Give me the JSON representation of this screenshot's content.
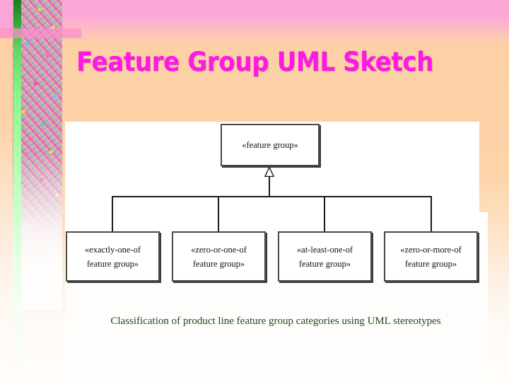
{
  "slide": {
    "title": "Feature Group UML Sketch",
    "title_color": "#ff18e6",
    "background_top_color": "#fca6d8",
    "background_mid_color": "#fdd2a7",
    "background_bottom_color": "#fffdfb"
  },
  "diagram": {
    "type": "uml-class-generalization",
    "panel_color": "#ffffff",
    "box_border_color": "#4a4a4a",
    "line_color": "#1a1a1a",
    "root": {
      "line1": "«feature group»",
      "line2": ""
    },
    "children": [
      {
        "line1": "«exactly-one-of",
        "line2": "feature group»"
      },
      {
        "line1": "«zero-or-one-of",
        "line2": "feature group»"
      },
      {
        "line1": "«at-least-one-of",
        "line2": "feature group»"
      },
      {
        "line1": "«zero-or-more-of",
        "line2": "feature group»"
      }
    ],
    "relationship": "generalization"
  },
  "caption": {
    "text": "Classification of product line feature group categories using UML stereotypes",
    "color": "#1d4620"
  },
  "decoration": {
    "strip_name": "confetti-texture-strip",
    "green_bar_name": "green-gradient-bar"
  }
}
